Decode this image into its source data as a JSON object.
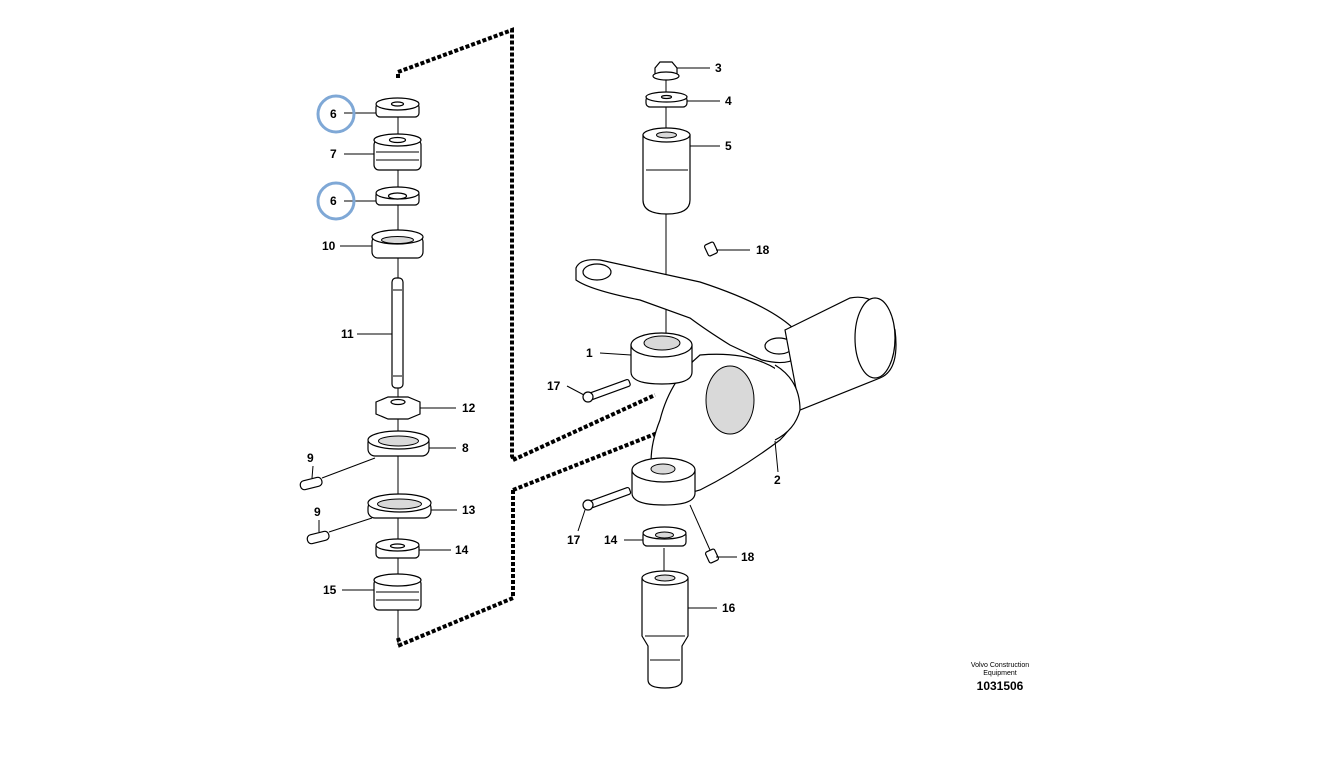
{
  "diagram": {
    "parts": [
      {
        "id": "p1",
        "label": "1"
      },
      {
        "id": "p2",
        "label": "2"
      },
      {
        "id": "p3",
        "label": "3"
      },
      {
        "id": "p4",
        "label": "4"
      },
      {
        "id": "p5",
        "label": "5"
      },
      {
        "id": "p6a",
        "label": "6"
      },
      {
        "id": "p7",
        "label": "7"
      },
      {
        "id": "p6b",
        "label": "6"
      },
      {
        "id": "p10",
        "label": "10"
      },
      {
        "id": "p11",
        "label": "11"
      },
      {
        "id": "p12",
        "label": "12"
      },
      {
        "id": "p8",
        "label": "8"
      },
      {
        "id": "p9a",
        "label": "9"
      },
      {
        "id": "p9b",
        "label": "9"
      },
      {
        "id": "p13",
        "label": "13"
      },
      {
        "id": "p14a",
        "label": "14"
      },
      {
        "id": "p15",
        "label": "15"
      },
      {
        "id": "p17a",
        "label": "17"
      },
      {
        "id": "p17b",
        "label": "17"
      },
      {
        "id": "p14b",
        "label": "14"
      },
      {
        "id": "p16",
        "label": "16"
      },
      {
        "id": "p18a",
        "label": "18"
      },
      {
        "id": "p18b",
        "label": "18"
      }
    ],
    "highlighted_label": "6"
  },
  "brand": {
    "line1": "Volvo Construction",
    "line2": "Equipment",
    "code": "1031506"
  },
  "colors": {
    "highlight": "#7fa8d6",
    "line": "#000000",
    "background": "#ffffff"
  }
}
